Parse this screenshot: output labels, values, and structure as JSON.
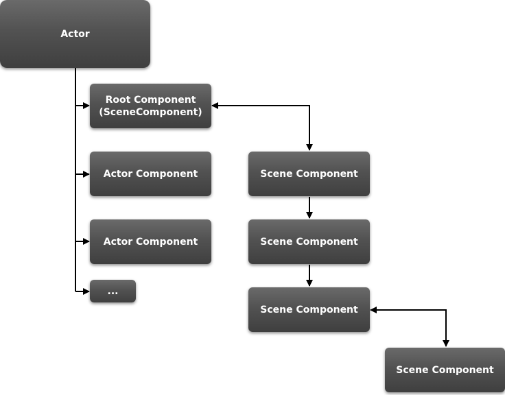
{
  "diagram": {
    "nodes": {
      "actor": "Actor",
      "root_component": "Root Component\n(SceneComponent)",
      "actor_component_1": "Actor Component",
      "actor_component_2": "Actor Component",
      "more": "...",
      "scene_component_1": "Scene Component",
      "scene_component_2": "Scene Component",
      "scene_component_3": "Scene Component",
      "scene_component_4": "Scene Component"
    },
    "colors": {
      "node_top": "#6a6a6a",
      "node_bottom": "#3f3f3f",
      "node_text": "#ffffff",
      "connector": "#000000"
    }
  }
}
